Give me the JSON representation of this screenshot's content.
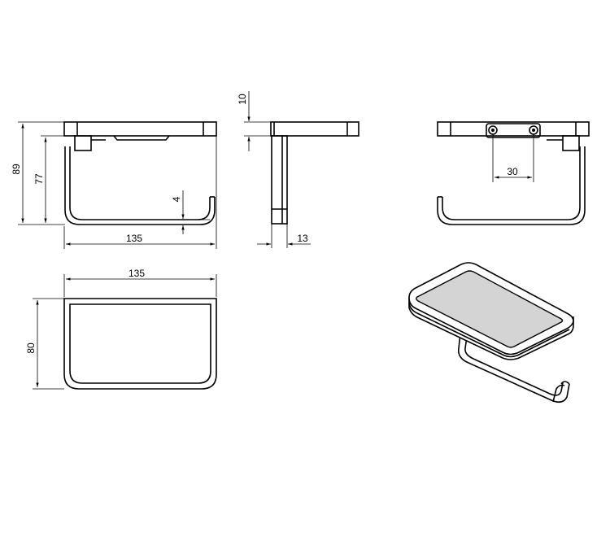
{
  "dimensions": {
    "front_total_height": "89",
    "front_arm_height": "77",
    "front_width": "135",
    "front_arm_gap": "4",
    "side_shelf_thickness": "10",
    "side_depth": "13",
    "rear_fixing_spacing": "30",
    "top_width": "135",
    "top_depth": "80"
  }
}
